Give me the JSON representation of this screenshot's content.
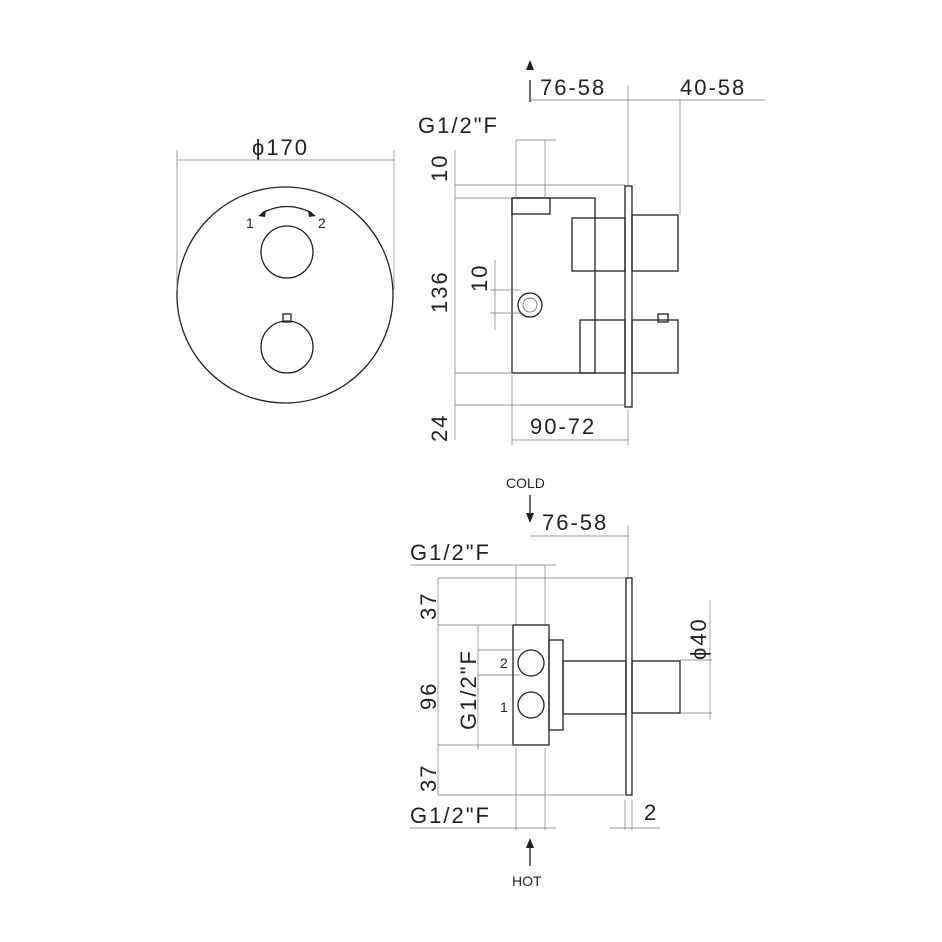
{
  "front_view": {
    "diameter_label": "ϕ170",
    "rotation_labels": [
      "1",
      "2"
    ]
  },
  "side_view": {
    "depth_label": "76-58",
    "handle_label": "40-58",
    "thread_label": "G1/2\"F",
    "top_offset_label": "10",
    "height_label": "136",
    "outlet_offset_label": "10",
    "bottom_offset_label": "24",
    "body_depth_label": "90-72"
  },
  "bottom_view": {
    "cold_label": "COLD",
    "hot_label": "HOT",
    "depth_label": "76-58",
    "thread_top_label": "G1/2\"F",
    "thread_bottom_label": "G1/2\"F",
    "thread_side_label": "G1/2\"F",
    "top_label": "37",
    "middle_label": "96",
    "bottom_label": "37",
    "outlet_labels": [
      "2",
      "1"
    ],
    "handle_diameter_label": "ϕ40",
    "plate_thickness_label": "2"
  }
}
